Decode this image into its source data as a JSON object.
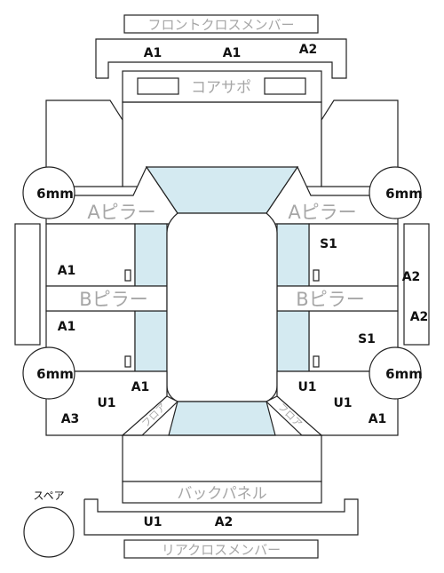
{
  "labels": {
    "front_cross_member": "フロントクロスメンバー",
    "core_support": "コアサポ",
    "a_pillar": "Aピラー",
    "b_pillar": "Bピラー",
    "back_panel": "バックパネル",
    "rear_cross_member": "リアクロスメンバー",
    "spare": "スペア",
    "floor_left": "フロア",
    "floor_right": "フロア"
  },
  "front_member_codes": [
    "A1",
    "A1",
    "A2"
  ],
  "tire_size": "6mm",
  "codes": {
    "left_upper_a1": "A1",
    "left_lower_a1": "A1",
    "left_bottom_a1": "A1",
    "left_u1": "U1",
    "left_a3": "A3",
    "right_s1_top": "S1",
    "right_s1_bottom": "S1",
    "right_a2_1": "A2",
    "right_a2_2": "A2",
    "right_u1_1": "U1",
    "right_u1_2": "U1",
    "right_a1": "A1"
  },
  "rear_member_codes": [
    "U1",
    "A2"
  ]
}
